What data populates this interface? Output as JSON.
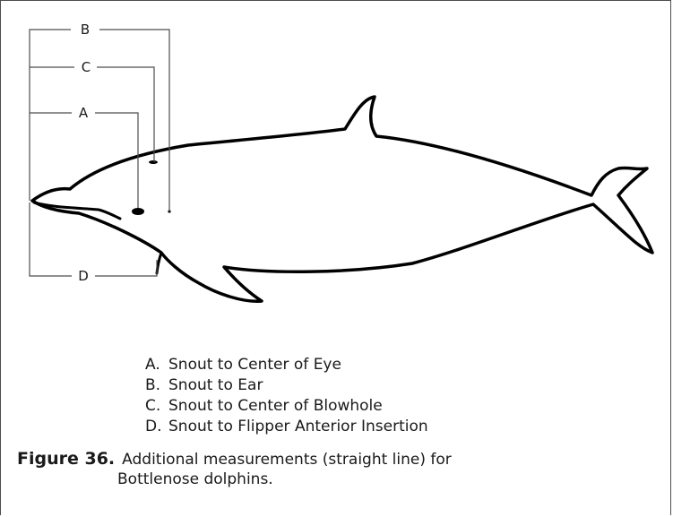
{
  "diagram": {
    "measurements": [
      {
        "letter": "A",
        "label": "Snout to Center of Eye"
      },
      {
        "letter": "B",
        "label": "Snout to Ear"
      },
      {
        "letter": "C",
        "label": "Snout to Center of Blowhole"
      },
      {
        "letter": "D",
        "label": "Snout to Flipper Anterior Insertion"
      }
    ],
    "legend": {
      "a": {
        "letter": "A.",
        "text": "Snout to Center of Eye"
      },
      "b": {
        "letter": "B.",
        "text": "Snout to Ear"
      },
      "c": {
        "letter": "C.",
        "text": "Snout to Center of Blowhole"
      },
      "d": {
        "letter": "D.",
        "text": "Snout to Flipper Anterior Insertion"
      }
    }
  },
  "caption": {
    "label": "Figure 36.",
    "text_line1": "Additional measurements (straight line) for",
    "text_line2": "Bottlenose dolphins."
  }
}
